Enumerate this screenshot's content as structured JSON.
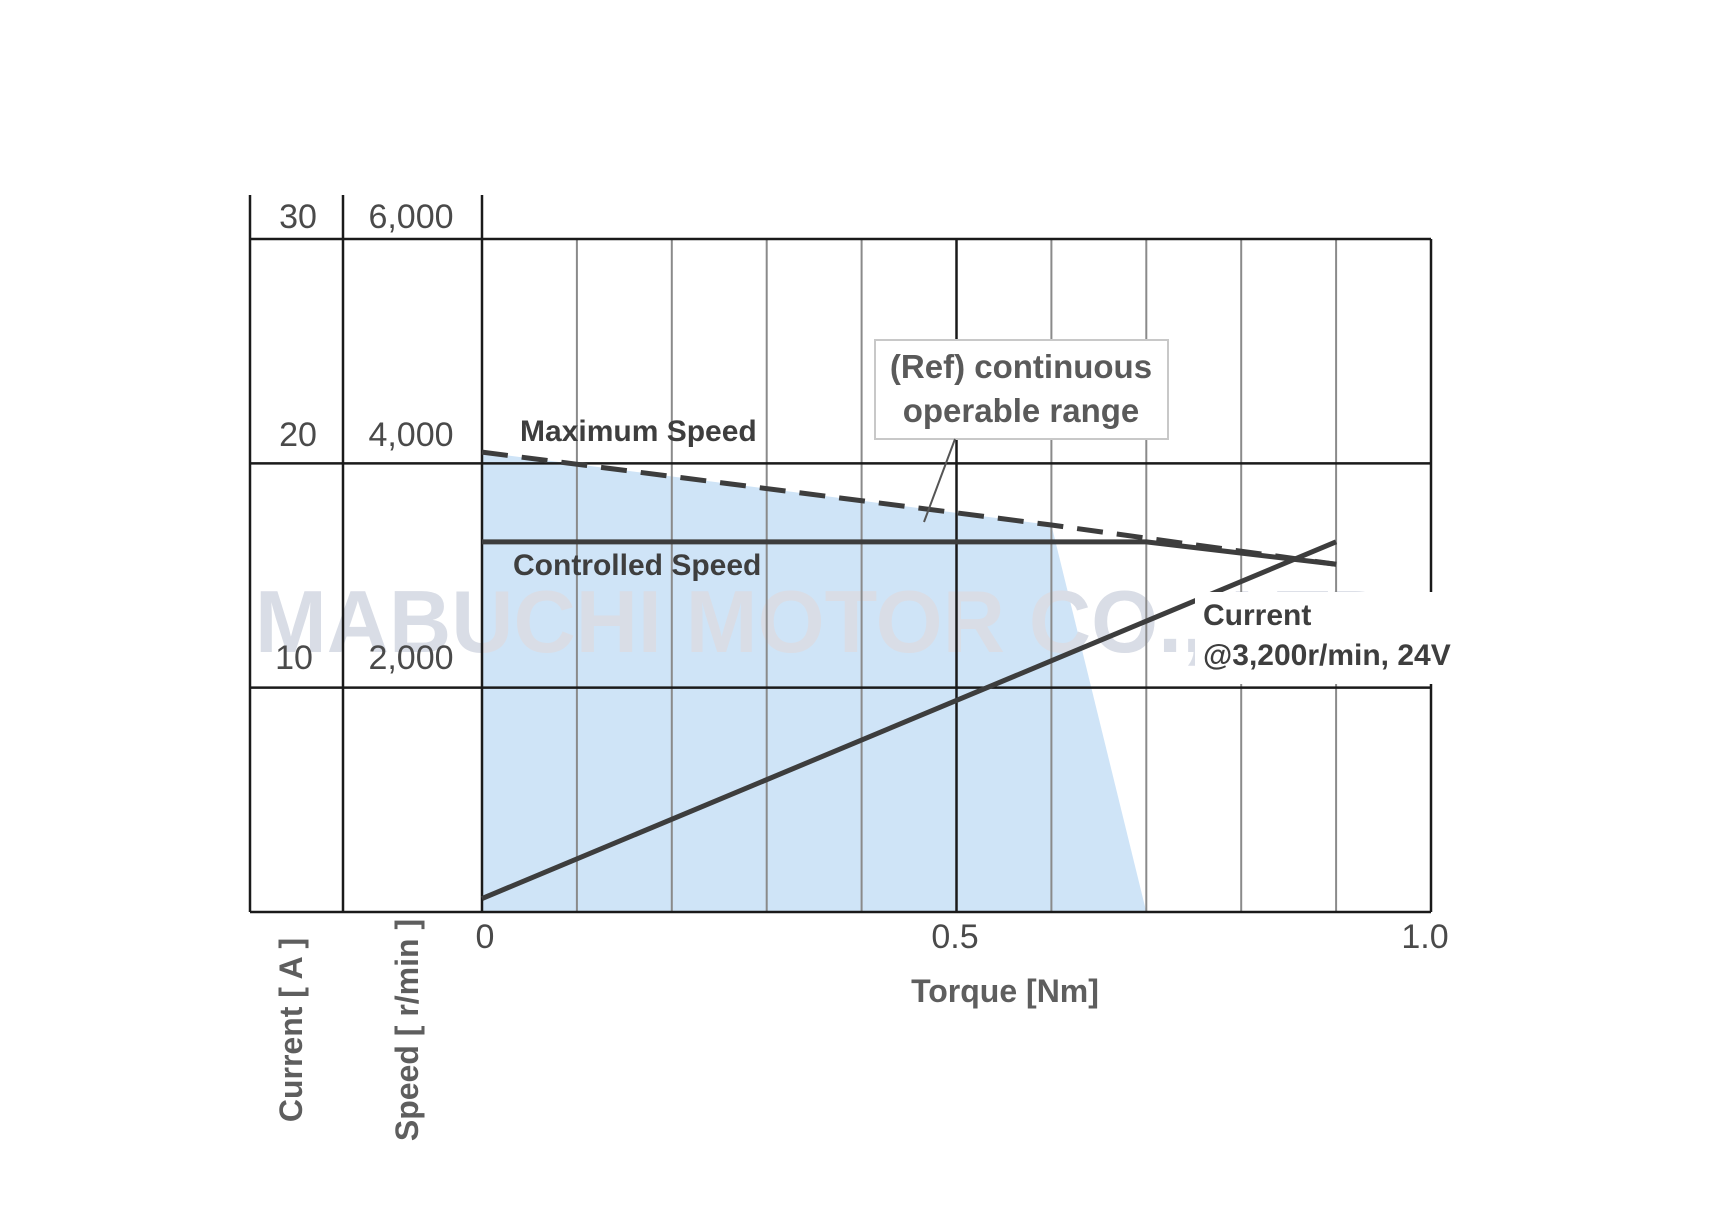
{
  "chart_data": {
    "type": "line",
    "xlabel": "Torque [Nm]",
    "x_ticks": [
      "0",
      "0.5",
      "1.0"
    ],
    "xlim": [
      0,
      1.0
    ],
    "y_axes": [
      {
        "label": "Current [ A ]",
        "ticks": [
          "10",
          "20",
          "30"
        ],
        "range": [
          0,
          30
        ]
      },
      {
        "label": "Speed [ r/min ]",
        "ticks": [
          "2,000",
          "4,000",
          "6,000"
        ],
        "range": [
          0,
          6000
        ]
      }
    ],
    "grid": true,
    "series": [
      {
        "name": "Maximum Speed",
        "axis": "speed",
        "style": "dashed",
        "x": [
          0,
          0.6,
          0.9
        ],
        "y": [
          4100,
          3450,
          3100
        ]
      },
      {
        "name": "Controlled Speed",
        "axis": "speed",
        "style": "solid",
        "x": [
          0,
          0.7,
          0.9
        ],
        "y": [
          3300,
          3300,
          3100
        ]
      },
      {
        "name": "Current",
        "axis": "current",
        "style": "solid",
        "x": [
          0,
          0.9
        ],
        "y": [
          0.6,
          16.5
        ]
      }
    ],
    "region": {
      "name": "(Ref) continuous operable range",
      "axis": "speed",
      "x": [
        0,
        0,
        0.6,
        0.7,
        0
      ],
      "y": [
        0,
        4100,
        3450,
        0,
        0
      ],
      "color": "#cfe4f7"
    },
    "annotations": {
      "max_speed": "Maximum Speed",
      "controlled_speed": "Controlled Speed",
      "current_line1": "Current",
      "current_line2": "@3,200r/min, 24V",
      "callout_line1": "(Ref) continuous",
      "callout_line2": "operable range"
    },
    "watermark": "MABUCHI MOTOR CO., LTD.",
    "colors": {
      "line": "#3d3d3d",
      "fill": "#cfe4f7",
      "grid_major": "#1a1a1a",
      "grid_minor": "#8a8a8a"
    }
  }
}
